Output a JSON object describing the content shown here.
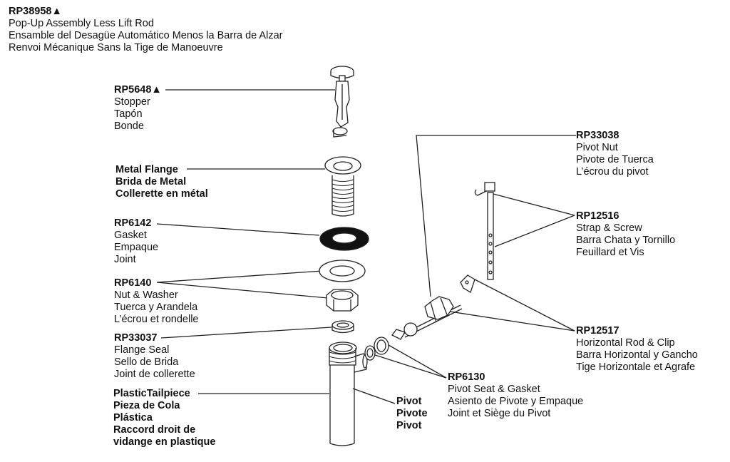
{
  "title_block": {
    "code": "RP38958▲",
    "lines": [
      "Pop-Up Assembly Less Lift Rod",
      "Ensamble del Desagüe Automático Menos la Barra de Alzar",
      "Renvoi Mécanique Sans la Tige de Manoeuvre"
    ]
  },
  "labels": {
    "stopper": {
      "code": "RP5648▲",
      "lines": [
        "Stopper",
        "Tapón",
        "Bonde"
      ]
    },
    "metal_flange": {
      "lines": [
        "Metal Flange",
        "Brida de Metal",
        "Collerette en métal"
      ]
    },
    "gasket": {
      "code": "RP6142",
      "lines": [
        "Gasket",
        "Empaque",
        "Joint"
      ]
    },
    "nut_washer": {
      "code": "RP6140",
      "lines": [
        "Nut & Washer",
        "Tuerca y Arandela",
        "L’écrou et rondelle"
      ]
    },
    "flange_seal": {
      "code": "RP33037",
      "lines": [
        "Flange Seal",
        "Sello de Brida",
        "Joint de collerette"
      ]
    },
    "tailpiece": {
      "lines": [
        "PlasticTailpiece",
        "Pieza de Cola",
        "Plástica",
        "Raccord droit de",
        "vidange en plastique"
      ]
    },
    "pivot": {
      "lines": [
        "Pivot",
        "Pivote",
        "Pivot"
      ]
    },
    "pivot_nut": {
      "code": "RP33038",
      "lines": [
        "Pivot Nut",
        "Pivote de Tuerca",
        "L’écrou du pivot"
      ]
    },
    "strap_screw": {
      "code": "RP12516",
      "lines": [
        "Strap & Screw",
        "Barra Chata y Tornillo",
        "Feuillard et Vis"
      ]
    },
    "horizontal_rod": {
      "code": "RP12517",
      "lines": [
        "Horizontal Rod & Clip",
        "Barra Horizontal y Gancho",
        "Tige Horizontale et Agrafe"
      ]
    },
    "pivot_seat": {
      "code": "RP6130",
      "lines": [
        "Pivot Seat & Gasket",
        "Asiento de Pivote y Empaque",
        "Joint et Siège du Pivot"
      ]
    }
  }
}
